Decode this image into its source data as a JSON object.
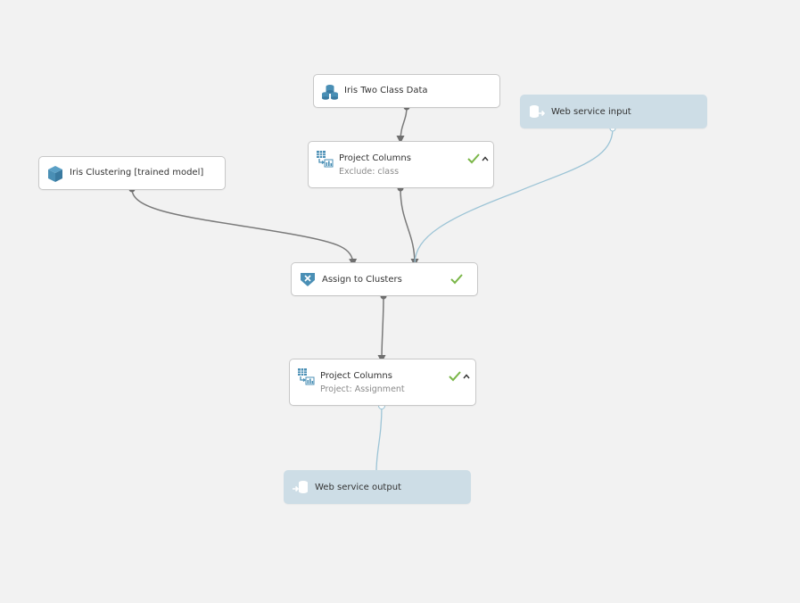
{
  "nodes": {
    "iris_data": {
      "title": "Iris Two Class Data",
      "icon": "dataset-icon"
    },
    "ws_input": {
      "title": "Web service input",
      "icon": "web-service-input-icon"
    },
    "project_top": {
      "title": "Project Columns",
      "subtitle": "Exclude: class",
      "icon": "project-columns-icon",
      "status": "completed"
    },
    "clustering_model": {
      "title": "Iris Clustering [trained model]",
      "icon": "trained-model-icon"
    },
    "assign_clusters": {
      "title": "Assign to Clusters",
      "icon": "assign-clusters-icon",
      "status": "completed"
    },
    "project_bottom": {
      "title": "Project Columns",
      "subtitle": "Project: Assignment",
      "icon": "project-columns-icon",
      "status": "completed"
    },
    "ws_output": {
      "title": "Web service output",
      "icon": "web-service-output-icon"
    }
  },
  "connections": [
    {
      "from": "iris_data",
      "to": "project_top",
      "type": "data"
    },
    {
      "from": "clustering_model",
      "to": "assign_clusters",
      "type": "data"
    },
    {
      "from": "project_top",
      "to": "assign_clusters",
      "type": "data"
    },
    {
      "from": "ws_input",
      "to": "assign_clusters",
      "type": "web-service"
    },
    {
      "from": "assign_clusters",
      "to": "project_bottom",
      "type": "data"
    },
    {
      "from": "project_bottom",
      "to": "ws_output",
      "type": "web-service"
    }
  ],
  "colors": {
    "canvas": "#f2f2f2",
    "edge": "#7a7a7a",
    "web_service_edge": "#9cc4d6",
    "web_service_node": "#cddde6",
    "icon": "#4a8fb5",
    "check": "#7ab648"
  }
}
